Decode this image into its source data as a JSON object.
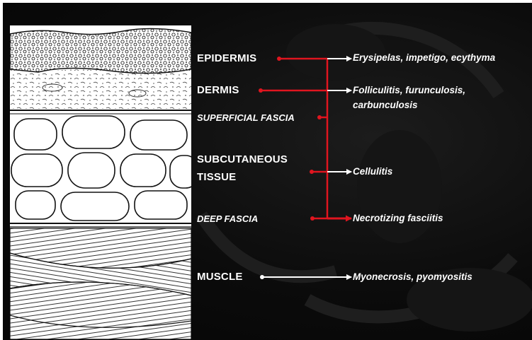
{
  "colors": {
    "background": "#0b0b0b",
    "text": "#ffffff",
    "red_connector": "#e0151f",
    "white_connector": "#ffffff"
  },
  "layers": {
    "epidermis": "EPIDERMIS",
    "dermis": "DERMIS",
    "superficial_fascia": "SUPERFICIAL FASCIA",
    "subcutaneous_line1": "SUBCUTANEOUS",
    "subcutaneous_line2": "TISSUE",
    "deep_fascia": "DEEP FASCIA",
    "muscle": "MUSCLE"
  },
  "conditions": {
    "epidermis": "Erysipelas, impetigo, ecythyma",
    "dermis_line1": "Folliculitis, furunculosis,",
    "dermis_line2": "carbunculosis",
    "subcutaneous": "Cellulitis",
    "deep_fascia": "Necrotizing fasciitis",
    "muscle": "Myonecrosis, pyomyositis"
  },
  "illustration": {
    "strata": [
      "epidermis",
      "dermis",
      "subcutaneous fat cells",
      "fascia",
      "striated muscle fibers"
    ],
    "icon": "skin-cross-section-illustration"
  }
}
